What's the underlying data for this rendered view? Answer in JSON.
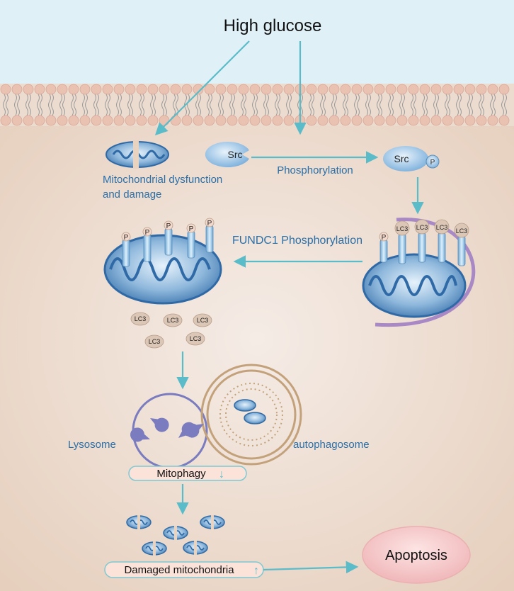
{
  "labels": {
    "stimulus": "High glucose",
    "mito_dysfunction_line1": "Mitochondrial dysfunction",
    "mito_dysfunction_line2": "and  damage",
    "src": "Src",
    "src_p": "Src",
    "p": "P",
    "phosphorylation": "Phosphorylation",
    "fundc1": "FUNDC1 Phosphorylation",
    "lc3": "LC3",
    "lysosome": "Lysosome",
    "autophagosome": "autophagosome",
    "mitophagy": "Mitophagy",
    "mitophagy_trend": "↓",
    "damaged": "Damaged mitochondria",
    "damaged_trend": "↑",
    "apoptosis": "Apoptosis"
  },
  "colors": {
    "background": "#dff0f6",
    "cytoplasm": "#e8d2c0",
    "arrow": "#5bbcc9",
    "text_blue": "#2a6fa8",
    "mito_blue": "#2f6aa6",
    "mito_light": "#cfe6f7",
    "lc3_fill": "#dcc7b6",
    "phagophore": "#a988c6",
    "lysosome": "#7a7cbf",
    "autophagosome": "#c3a27b",
    "apoptosis": "#f2c7c8"
  }
}
